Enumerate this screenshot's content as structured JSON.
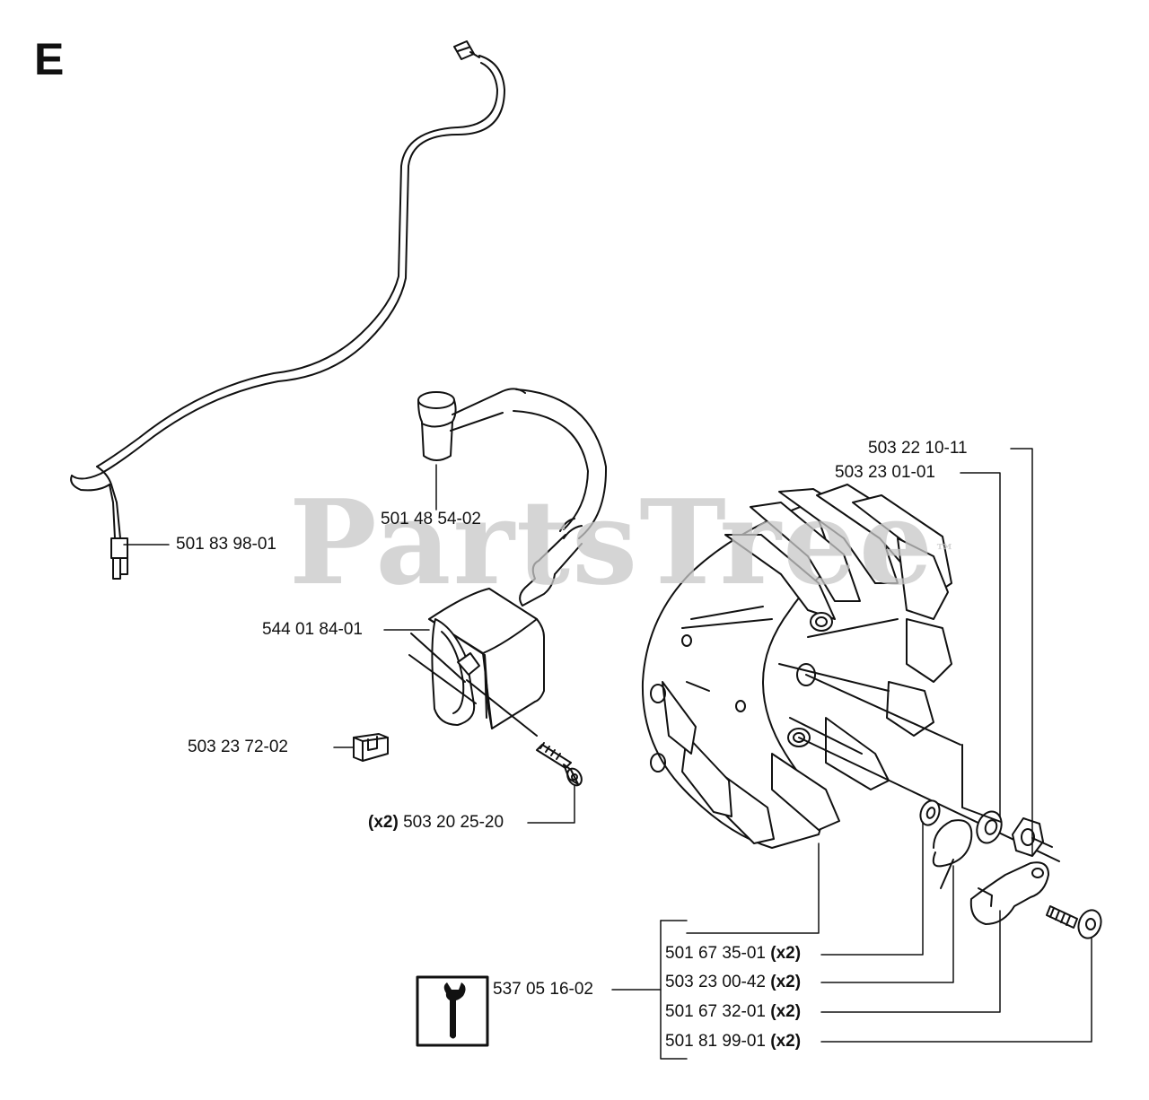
{
  "section_letter": "E",
  "watermark": "PartsTree",
  "watermark_mark": "™",
  "labels": {
    "wire": "501 83 98-01",
    "plug_cap": "501 48 54-02",
    "ignition_module": "544 01 84-01",
    "spacer": "503 23 72-02",
    "screw_qty": "(x2)",
    "screw": "503 20 25-20",
    "washer": "503 22 10-11",
    "nut": "503 23 01-01",
    "pawl_washer": "501 67 35-01",
    "spring": "503 23 00-42",
    "pawl": "501 67 32-01",
    "pawl_screw": "501 81 99-01",
    "pawl_qty": "(x2)",
    "kit": "537 05 16-02"
  },
  "colors": {
    "line": "#111111",
    "watermark": "#c8c8c8"
  },
  "icons": {
    "tool_box": "wrench-icon"
  }
}
